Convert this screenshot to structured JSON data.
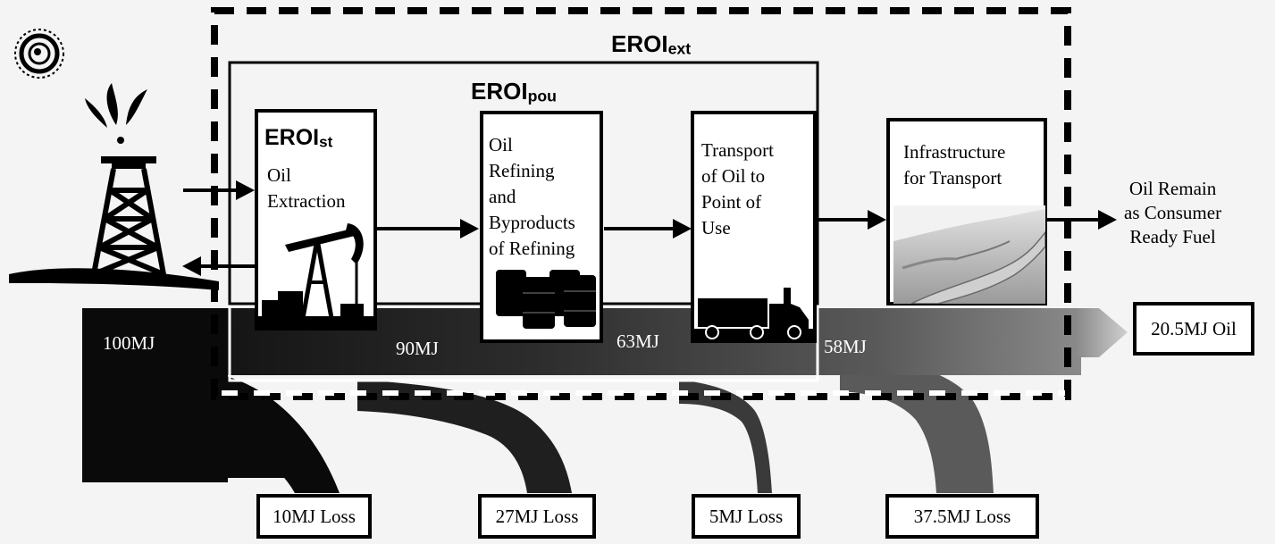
{
  "colors": {
    "flow_dark": "#0a0a0a",
    "flow_mid": "#2c2c2c",
    "flow_light": "#6a6a6a",
    "box_border": "#000000",
    "background": "#f4f4f4"
  },
  "boundaries": {
    "ext": {
      "base": "EROI",
      "sub": "ext"
    },
    "pou": {
      "base": "EROI",
      "sub": "pou"
    },
    "st": {
      "base": "EROI",
      "sub": "st"
    }
  },
  "stages": [
    {
      "label": "Oil\nExtraction",
      "icon": "pumpjack-icon"
    },
    {
      "label": "Oil\nRefining\nand\nByproducts\nof Refining",
      "icon": "oil-barrels-icon"
    },
    {
      "label": "Transport\nof Oil to\nPoint of\nUse",
      "icon": "truck-icon"
    },
    {
      "label": "Infrastructure\nfor Transport",
      "icon": "highway-icon"
    }
  ],
  "flow_values": [
    "100MJ",
    "90MJ",
    "63MJ",
    "58MJ"
  ],
  "losses": [
    "10MJ Loss",
    "27MJ Loss",
    "5MJ Loss",
    "37.5MJ Loss"
  ],
  "output": {
    "value": "20.5MJ Oil",
    "text": "Oil Remain\nas Consumer\nReady Fuel"
  },
  "icons": {
    "logo": "sun-logo-icon",
    "rig": "oil-derrick-icon"
  }
}
